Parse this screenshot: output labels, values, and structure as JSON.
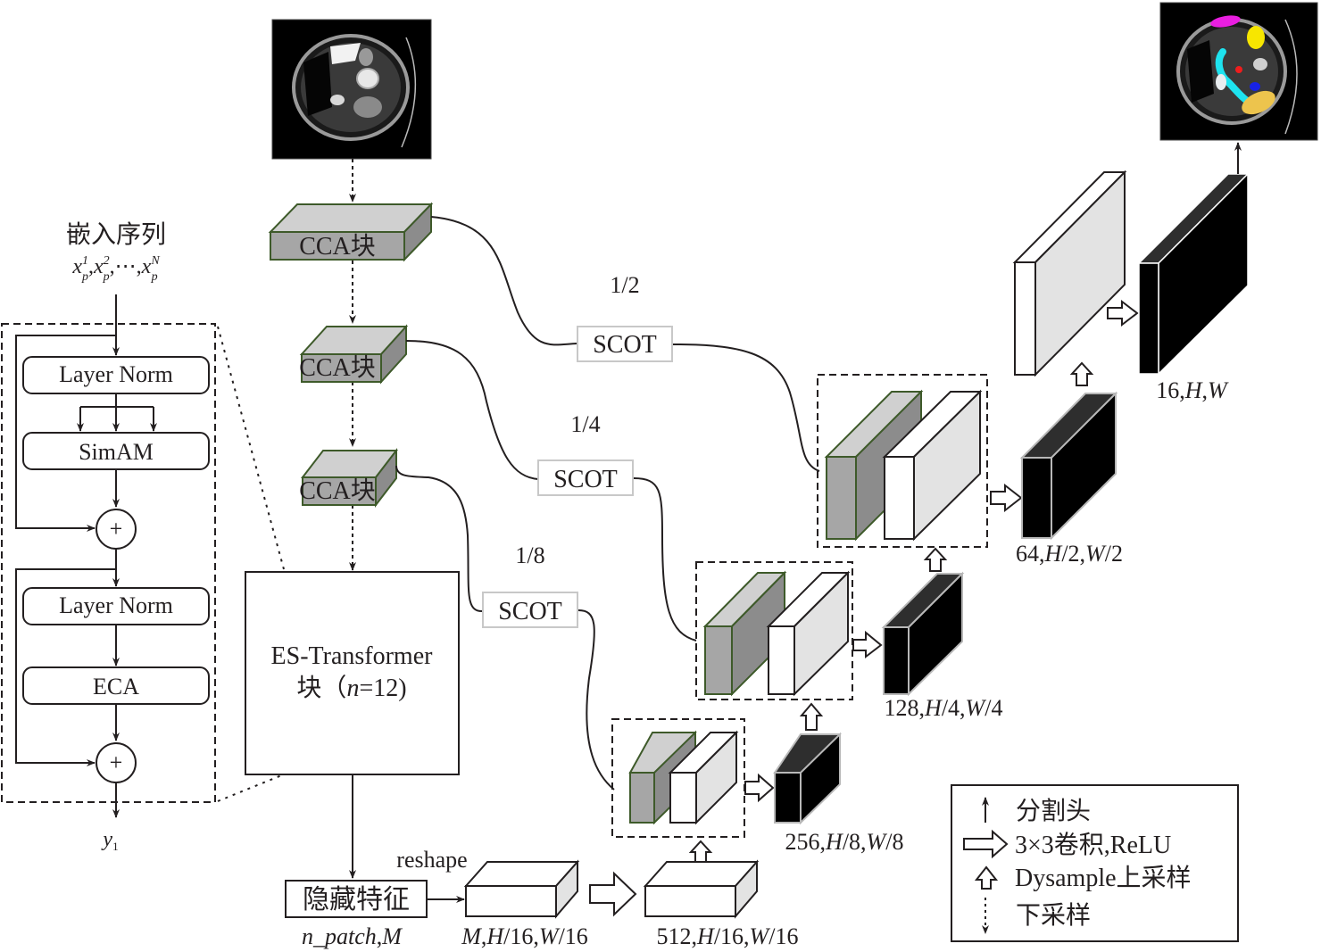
{
  "encoder_detail": {
    "input_label": "嵌入序列",
    "input_sequence": {
      "base": "x",
      "sub": "p",
      "sups": [
        "1",
        "2",
        "N"
      ],
      "ellipsis": "⋯"
    },
    "blocks": [
      {
        "id": "layernorm1",
        "label": "Layer Norm"
      },
      {
        "id": "simam",
        "label": "SimAM"
      },
      {
        "id": "add1",
        "label": "+"
      },
      {
        "id": "layernorm2",
        "label": "Layer Norm"
      },
      {
        "id": "eca",
        "label": "ECA"
      },
      {
        "id": "add2",
        "label": "+"
      }
    ],
    "output_label": {
      "base": "y",
      "sub": "1"
    }
  },
  "input_image": {
    "description": "CT abdominal slice (grayscale)"
  },
  "output_image": {
    "description": "CT slice with colored organ segmentation",
    "mask_colors": [
      "#e91ee0",
      "#f7e600",
      "#1ee3ef",
      "#e8edf0",
      "#ef1d1d",
      "#1722e6",
      "#edc44d"
    ]
  },
  "encoder": {
    "cca_blocks": [
      {
        "label": "CCA块"
      },
      {
        "label": "CCA块"
      },
      {
        "label": "CCA块"
      }
    ],
    "transformer": {
      "line1": "ES-Transformer",
      "line2_prefix": "块（",
      "line2_var": "n",
      "line2_suffix": "=12)"
    },
    "hidden_feature": {
      "label": "隐藏特征",
      "dims": {
        "var1": "n_patch",
        "sep": ",",
        "var2": "M"
      }
    },
    "reshape_label": "reshape",
    "reshape_dims": "M,H/16,W/16",
    "conv_dims": "512,H/16,W/16"
  },
  "skip_connections": [
    {
      "scale": "1/2",
      "label": "SCOT"
    },
    {
      "scale": "1/4",
      "label": "SCOT"
    },
    {
      "scale": "1/8",
      "label": "SCOT"
    }
  ],
  "decoder": {
    "stages": [
      {
        "dims": "256,H/8,W/8"
      },
      {
        "dims": "128,H/4,W/4"
      },
      {
        "dims": "64,H/2,W/2"
      }
    ],
    "final_dims": "16,H,W"
  },
  "legend": {
    "items": [
      {
        "icon": "thin-arrow-up-icon",
        "label": "分割头"
      },
      {
        "icon": "hollow-arrow-right-icon",
        "label": "3×3卷积,ReLU"
      },
      {
        "icon": "hollow-arrow-up-icon",
        "label": "Dysample上采样"
      },
      {
        "icon": "dashed-arrow-down-icon",
        "label": "下采样"
      }
    ]
  },
  "colors": {
    "cca_face": "#a6a6a6",
    "cca_top": "#d0d0d0",
    "cca_side": "#8c8c8c",
    "cca_border": "#3e5a2a",
    "feature_dark": "#000000",
    "feature_dark_top": "#2e2e2e",
    "feature_light_side": "#e3e3e3",
    "scot_border": "#c8c8c8"
  }
}
